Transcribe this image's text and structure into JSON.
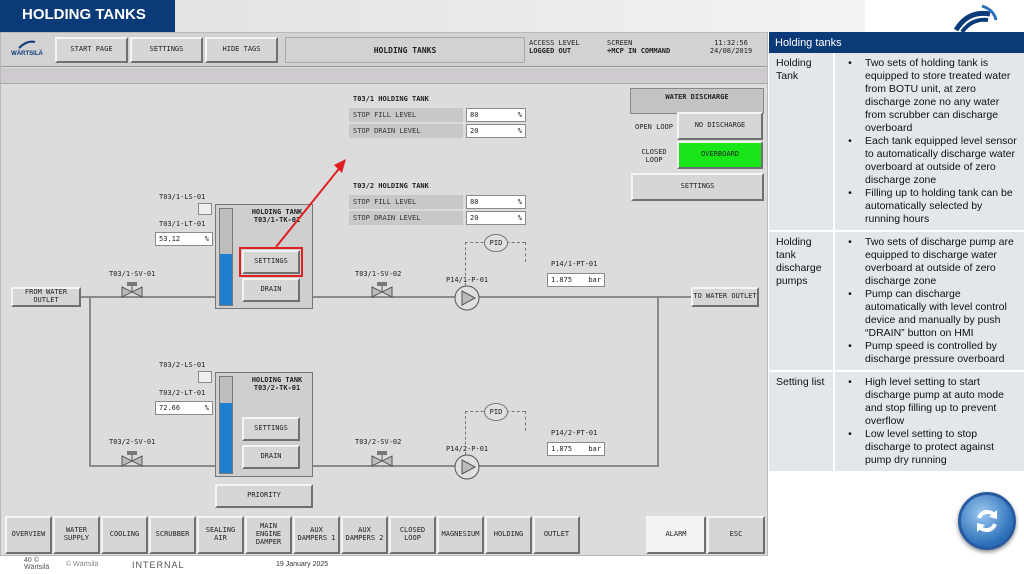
{
  "slide": {
    "title": "HOLDING TANKS",
    "footer": {
      "page": "40",
      "copyright1": "©",
      "copyright2": "Wärtsilä",
      "copyright3": "© Wärtsilä",
      "classification": "INTERNAL",
      "date": "19 January 2025"
    }
  },
  "hmi": {
    "logo": "WÄRTSILÄ",
    "top_buttons": {
      "start_page": "START PAGE",
      "settings": "SETTINGS",
      "hide_tags": "HIDE TAGS"
    },
    "screen_title": "HOLDING TANKS",
    "access_level_label": "ACCESS LEVEL",
    "access_level_value": "LOGGED OUT",
    "screen_label": "SCREEN",
    "screen_value": "+MCP IN COMMAND",
    "time": "11:32:56",
    "date": "24/08/2019",
    "tank1": {
      "header": "T03/1 HOLDING TANK",
      "stop_fill_label": "STOP FILL LEVEL",
      "stop_fill_value": "80",
      "stop_drain_label": "STOP DRAIN LEVEL",
      "stop_drain_value": "20",
      "unit": "%",
      "ls_tag": "T03/1-LS-01",
      "lt_tag": "T03/1-LT-01",
      "lt_value": "53.12",
      "tank_title1": "HOLDING TANK",
      "tank_title2": "T03/1-TK-01",
      "level": 0.53,
      "settings": "SETTINGS",
      "drain": "DRAIN",
      "sv1": "T03/1-SV-01",
      "sv2": "T03/1-SV-02",
      "pump": "P14/1-P-01",
      "pt": "P14/1-PT-01",
      "pt_value": "1.875",
      "pt_unit": "bar",
      "pid": "PID"
    },
    "tank2": {
      "header": "T03/2 HOLDING TANK",
      "stop_fill_label": "STOP FILL LEVEL",
      "stop_fill_value": "80",
      "stop_drain_label": "STOP DRAIN LEVEL",
      "stop_drain_value": "20",
      "unit": "%",
      "ls_tag": "T03/2-LS-01",
      "lt_tag": "T03/2-LT-01",
      "lt_value": "72.66",
      "tank_title1": "HOLDING TANK",
      "tank_title2": "T03/2-TK-01",
      "level": 0.73,
      "settings": "SETTINGS",
      "drain": "DRAIN",
      "sv1": "T03/2-SV-01",
      "sv2": "T03/2-SV-02",
      "pump": "P14/2-P-01",
      "pt": "P14/2-PT-01",
      "pt_value": "1.875",
      "pt_unit": "bar",
      "pid": "PID"
    },
    "from_water_outlet": "FROM WATER OUTLET",
    "to_water_outlet": "TO WATER OUTLET",
    "priority": "PRIORITY",
    "water_discharge": {
      "title": "WATER DISCHARGE",
      "open_loop": "OPEN LOOP",
      "no_discharge": "NO DISCHARGE",
      "closed_loop": "CLOSED LOOP",
      "overboard": "OVERBOARD",
      "settings": "SETTINGS",
      "active_color": "#19e619"
    },
    "bottom_nav": [
      "OVERVIEW",
      "WATER SUPPLY",
      "COOLING",
      "SCRUBBER",
      "SEALING AIR",
      "MAIN ENGINE DAMPER",
      "AUX DAMPERS 1",
      "AUX DAMPERS 2",
      "CLOSED LOOP",
      "MAGNESIUM",
      "HOLDING",
      "OUTLET"
    ],
    "alarm": "ALARM",
    "esc": "ESC"
  },
  "table": {
    "header": "Holding tanks",
    "rows": [
      {
        "label": "Holding Tank",
        "bullets": [
          "Two sets of holding tank is equipped to store treated water from BOTU unit, at zero discharge zone no any water from scrubber can discharge overboard",
          "Each tank equipped level sensor to automatically discharge water overboard at outside of zero discharge zone",
          "Filling up to holding tank can be automatically selected by running hours"
        ]
      },
      {
        "label": "Holding tank discharge pumps",
        "bullets": [
          "Two sets of discharge pump are equipped to discharge water overboard at outside of zero discharge zone",
          "Pump can discharge automatically with level control device and manually by push “DRAIN” button on HMI",
          "Pump speed is controlled by discharge pressure overboard"
        ]
      },
      {
        "label": "Setting list",
        "bullets": [
          "High level setting to start discharge pump at auto mode and stop filling up to prevent overflow",
          "Low level setting to stop discharge to protect against pump dry running"
        ]
      }
    ]
  },
  "colors": {
    "brand": "#0b3a78",
    "highlight": "#e02020",
    "tank_fill": "#1e7fd0"
  },
  "icons": {
    "refresh": "refresh-icon",
    "logo": "wartsila-logo-icon"
  }
}
